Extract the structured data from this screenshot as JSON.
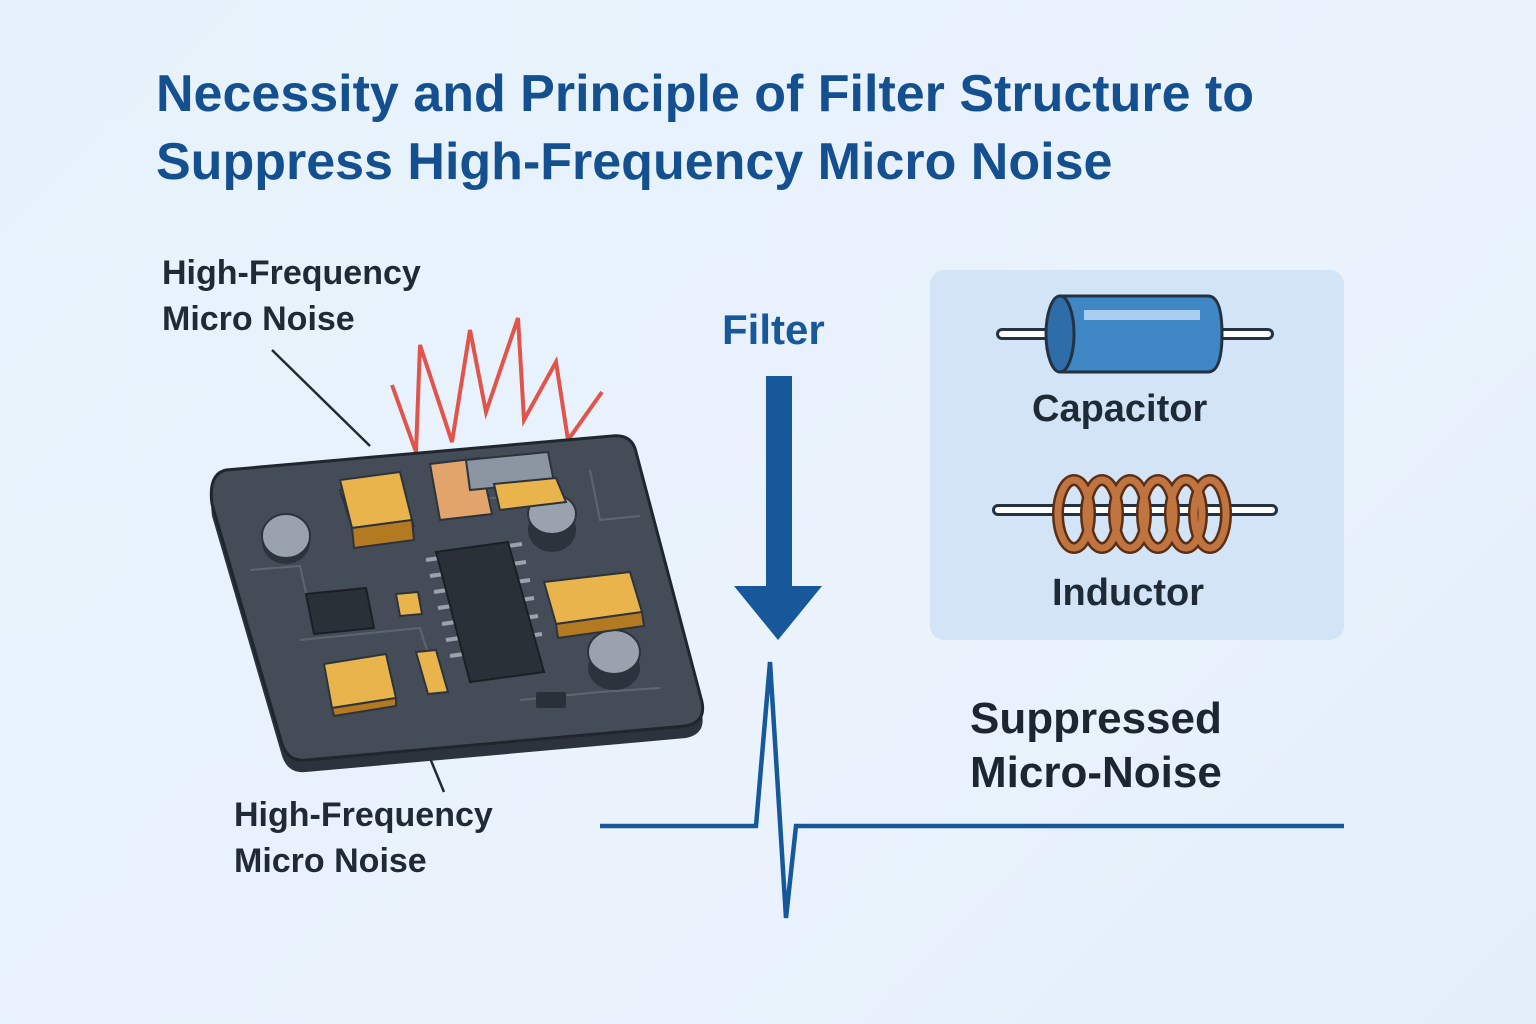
{
  "title": {
    "line1": "Necessity and Principle of Filter Structure to",
    "line2": "Suppress High-Frequency Micro Noise"
  },
  "noise_label_top": {
    "line1": "High-Frequency",
    "line2": "Micro Noise"
  },
  "noise_label_bottom": {
    "line1": "High-Frequency",
    "line2": "Micro Noise"
  },
  "filter_label": "Filter",
  "components": {
    "capacitor_label": "Capacitor",
    "inductor_label": "Inductor"
  },
  "suppressed_label": {
    "line1": "Suppressed",
    "line2": "Micro-Noise"
  },
  "colors": {
    "title": "#14508f",
    "arrow": "#16589a",
    "noise_spikes": "#e0544c",
    "pcb": "#434c56",
    "chip_gold": "#e9b44c",
    "capacitor_blue": "#3f86c4",
    "inductor_copper": "#c07540"
  }
}
